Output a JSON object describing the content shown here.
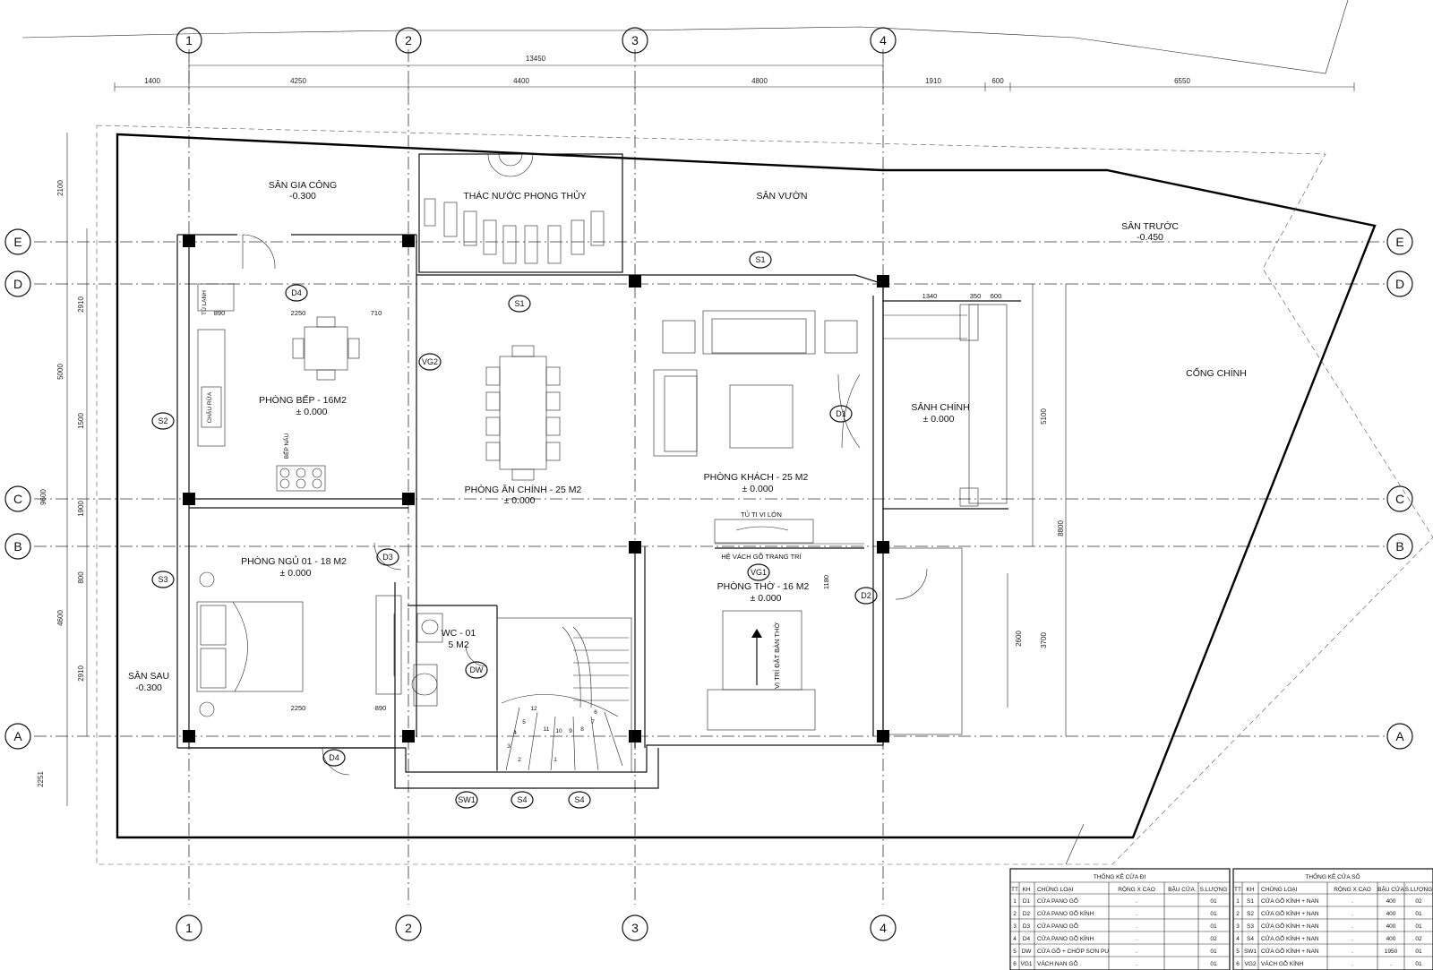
{
  "grid_axes": {
    "vertical": [
      "1",
      "2",
      "3",
      "4"
    ],
    "horizontal": [
      "E",
      "D",
      "C",
      "B",
      "A"
    ]
  },
  "dimensions": {
    "top_overall": "13450",
    "top_segments": [
      "1400",
      "4250",
      "4400",
      "4800",
      "1910",
      "600",
      "6550"
    ],
    "left_outer": [
      "2100",
      "5000",
      "9600",
      "4600",
      "2251"
    ],
    "left_inner": [
      "2910",
      "1500",
      "1900",
      "800",
      "2910"
    ],
    "porch": [
      "1340",
      "350",
      "600"
    ],
    "right": [
      "5100",
      "8800",
      "2600",
      "3700"
    ],
    "interior": [
      "890",
      "2250",
      "710",
      "2250",
      "890",
      "1180"
    ]
  },
  "rooms": {
    "san_gia_cong": {
      "name": "SÂN GIA CÔNG",
      "level": "-0.300"
    },
    "thac_nuoc": {
      "name": "THÁC NƯỚC PHONG THỦY"
    },
    "san_vuon": {
      "name": "SÂN VƯỜN"
    },
    "san_truoc": {
      "name": "SÂN TRƯỚC",
      "level": "-0.450"
    },
    "cong_chinh": {
      "name": "CỔNG CHÍNH"
    },
    "phong_bep": {
      "name": "PHÒNG BẾP - 16M2",
      "level": "± 0.000"
    },
    "phong_an": {
      "name": "PHÒNG ĂN CHÍNH - 25 M2",
      "level": "± 0.000"
    },
    "phong_khach": {
      "name": "PHÒNG KHÁCH - 25 M2",
      "level": "± 0.000"
    },
    "sanh_chinh": {
      "name": "SẢNH CHÍNH",
      "level": "± 0.000"
    },
    "phong_ngu": {
      "name": "PHÒNG NGỦ 01 - 18 M2",
      "level": "± 0.000"
    },
    "wc": {
      "name": "WC - 01",
      "area": "5 M2"
    },
    "phong_tho": {
      "name": "PHÒNG THỜ - 16 M2",
      "level": "± 0.000"
    },
    "san_sau": {
      "name": "SÂN SAU",
      "level": "-0.300"
    }
  },
  "annotations": {
    "tu_lanh": "TỦ LẠNH",
    "chau_rua": "CHẬU RỬA",
    "bep_nau": "BẾP NẤU",
    "tu_tivi": "TỦ TI VI LỚN",
    "he_vach": "HỆ VÁCH GỖ TRANG TRÍ",
    "vi_tri_ban_tho": "VỊ TRÍ ĐẶT BÀN THỜ"
  },
  "tags": [
    "D4",
    "S1",
    "S1",
    "VG2",
    "S2",
    "D1",
    "D3",
    "S3",
    "VG1",
    "D2",
    "DW",
    "D4",
    "SW1",
    "S4",
    "S4"
  ],
  "door_schedule": {
    "title": "THỐNG KÊ CỬA ĐI",
    "headers": [
      "TT",
      "KH",
      "CHỦNG LOẠI",
      "RỘNG X CAO",
      "BẬU CỬA",
      "S.LƯỢNG"
    ],
    "rows": [
      [
        "1",
        "D1",
        "CỬA PANO GỖ",
        ".",
        "",
        "01"
      ],
      [
        "2",
        "D2",
        "CỬA PANO GỖ KÍNH",
        ".",
        "",
        "01"
      ],
      [
        "3",
        "D3",
        "CỬA PANO GỖ",
        ".",
        "",
        "01"
      ],
      [
        "4",
        "D4",
        "CỬA PANO GỖ KÍNH",
        ".",
        "",
        "02"
      ],
      [
        "5",
        "DW",
        "CỬA GỖ + CHỚP SƠN PU",
        ".",
        "",
        "01"
      ],
      [
        "6",
        "VG1",
        "VÁCH NAN GỖ",
        ".",
        "",
        "01"
      ]
    ]
  },
  "window_schedule": {
    "title": "THỐNG KÊ CỬA SỔ",
    "headers": [
      "TT",
      "KH",
      "CHỦNG LOẠI",
      "RỘNG X CAO",
      "BẬU CỬA",
      "S.LƯỢNG"
    ],
    "rows": [
      [
        "1",
        "S1",
        "CỬA GỖ KÍNH + NAN",
        ".",
        "400",
        "02"
      ],
      [
        "2",
        "S2",
        "CỬA GỖ KÍNH + NAN",
        ".",
        "400",
        "01"
      ],
      [
        "3",
        "S3",
        "CỬA GỖ KÍNH + NAN",
        ".",
        "400",
        "01"
      ],
      [
        "4",
        "S4",
        "CỬA GỖ KÍNH + NAN",
        ".",
        "400",
        "02"
      ],
      [
        "5",
        "SW1",
        "CỬA GỖ KÍNH + NAN",
        ".",
        "1950",
        "01"
      ],
      [
        "6",
        "VG2",
        "VÁCH GỖ KÍNH",
        ".",
        ".",
        "01"
      ]
    ]
  },
  "stair_numbers": [
    "12",
    "11",
    "10",
    "9",
    "8",
    "7",
    "6",
    "5",
    "4",
    "3",
    "2",
    "1"
  ]
}
